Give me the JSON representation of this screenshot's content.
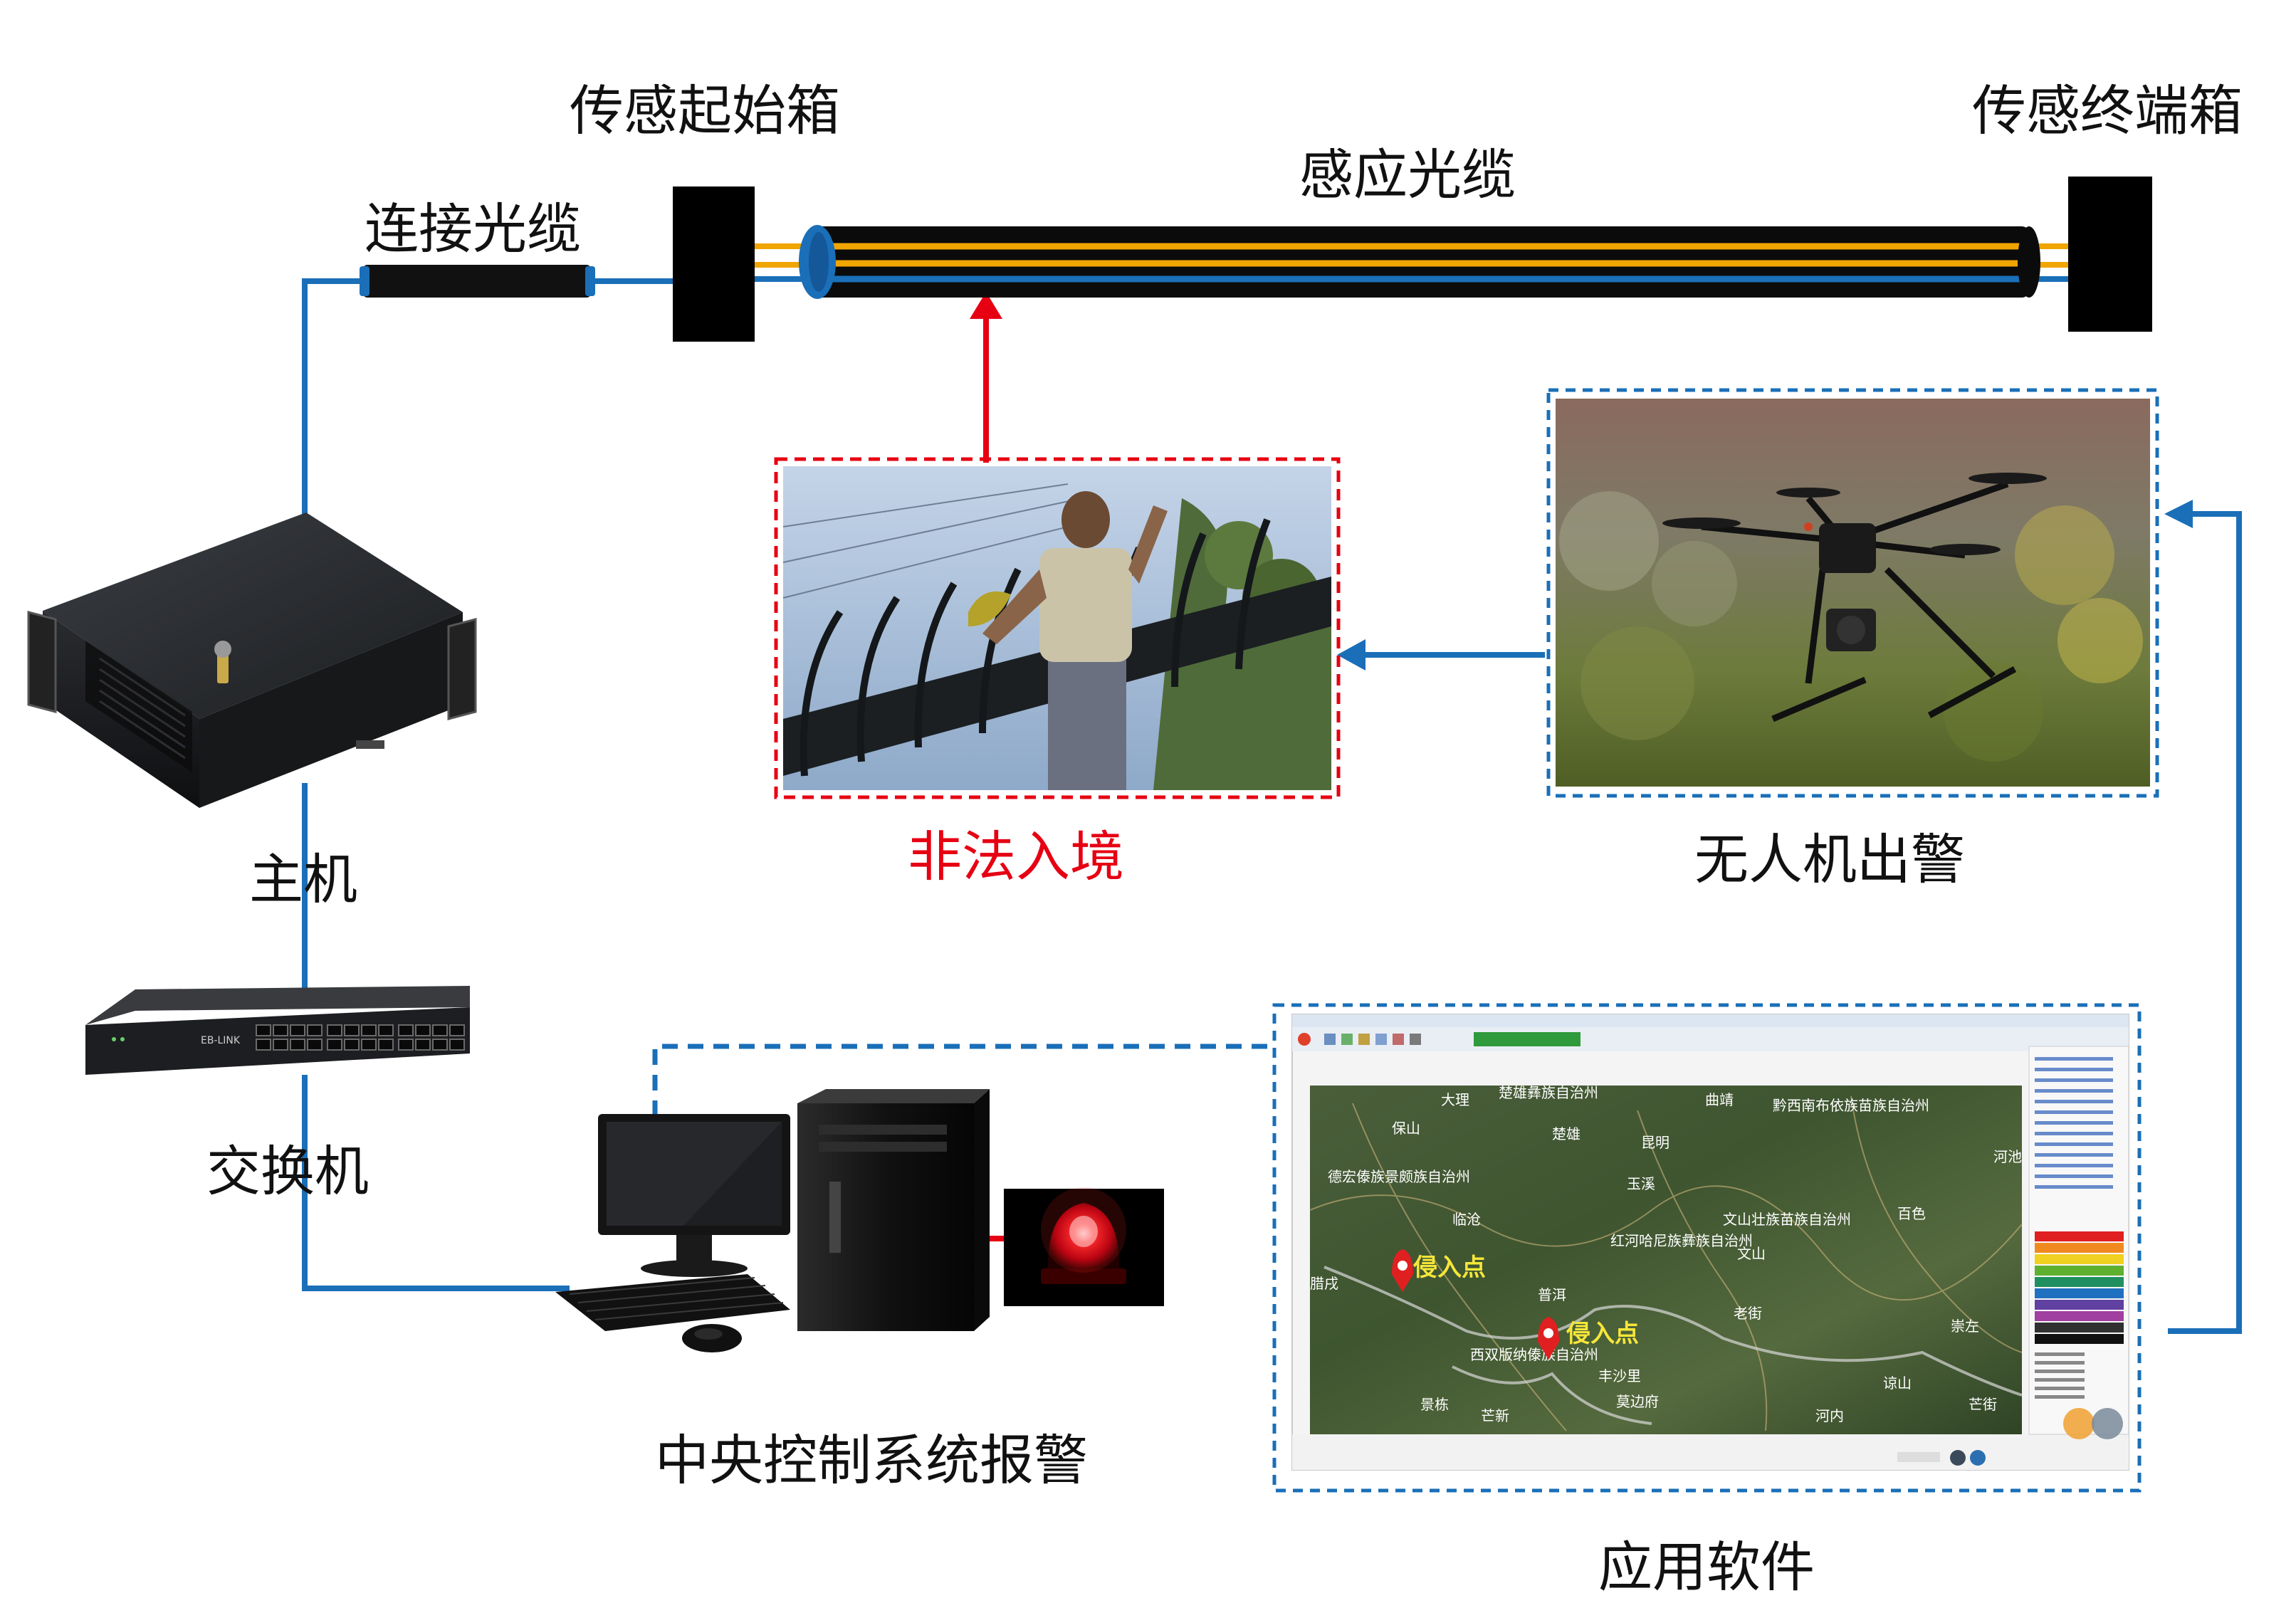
{
  "labels": {
    "start_box": "传感起始箱",
    "end_box": "传感终端箱",
    "sensing_cable": "感应光缆",
    "connect_cable": "连接光缆",
    "host": "主机",
    "switch": "交换机",
    "intrusion": "非法入境",
    "drone": "无人机出警",
    "central_alarm": "中央控制系统报警",
    "software": "应用软件"
  },
  "software_screen": {
    "map_markers": [
      "侵入点",
      "侵入点"
    ],
    "places": [
      "大理",
      "楚雄彝族自治州",
      "曲靖",
      "黔西南布依族苗族自治州",
      "保山",
      "楚雄",
      "昆明",
      "玉溪",
      "德宏傣族景颇族自治州",
      "临沧",
      "红河哈尼族彝族自治州",
      "文山壮族苗族自治州",
      "文山",
      "百色",
      "河池",
      "普洱",
      "老街",
      "崇左",
      "西双版纳傣族自治州",
      "丰沙里",
      "谅山",
      "景栋",
      "芒新",
      "莫边府",
      "河内",
      "芒街",
      "腊戌"
    ]
  },
  "switch_brand": "EB-LINK",
  "colors": {
    "connector_blue": "#1a6fb8",
    "alarm_red": "#e60012",
    "fiber_orange": "#f0a500"
  }
}
